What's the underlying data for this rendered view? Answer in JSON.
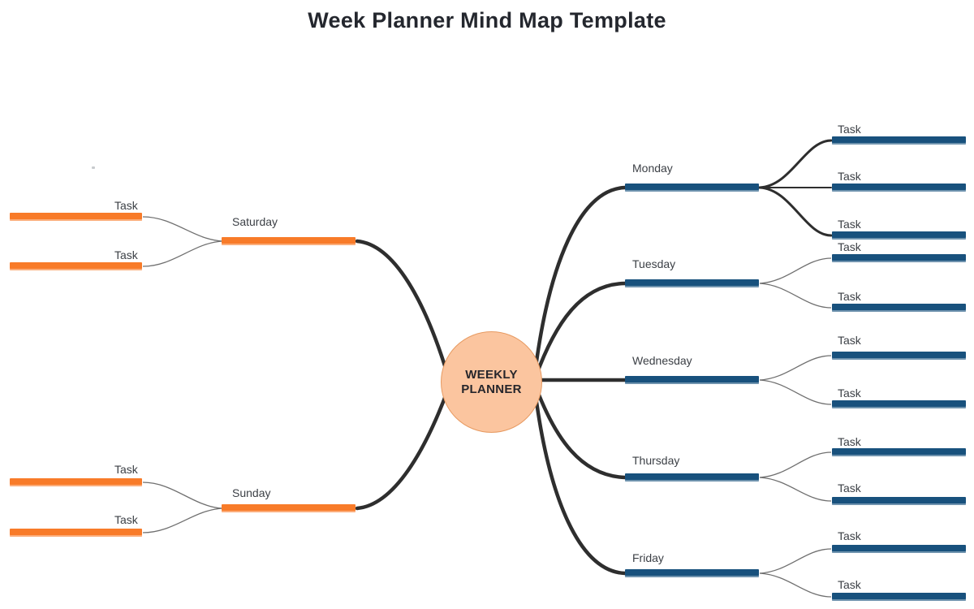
{
  "title": "Week Planner Mind Map Template",
  "center": {
    "line1": "WEEKLY",
    "line2": "PLANNER"
  },
  "branches_right": [
    {
      "label": "Monday",
      "tasks": [
        "Task",
        "Task",
        "Task"
      ]
    },
    {
      "label": "Tuesday",
      "tasks": [
        "Task",
        "Task"
      ]
    },
    {
      "label": "Wednesday",
      "tasks": [
        "Task",
        "Task"
      ]
    },
    {
      "label": "Thursday",
      "tasks": [
        "Task",
        "Task"
      ]
    },
    {
      "label": "Friday",
      "tasks": [
        "Task",
        "Task"
      ]
    }
  ],
  "branches_left": [
    {
      "label": "Saturday",
      "tasks": [
        "Task",
        "Task"
      ]
    },
    {
      "label": "Sunday",
      "tasks": [
        "Task",
        "Task"
      ]
    }
  ],
  "colors": {
    "blue": "#18517d",
    "orange": "#f87b29",
    "circle-fill": "#fbc59f",
    "circle-border": "#e79a61",
    "curve": "#2e2e2e",
    "thin": "#6f6f6f",
    "text": "#3c4046",
    "title": "#24272e"
  }
}
